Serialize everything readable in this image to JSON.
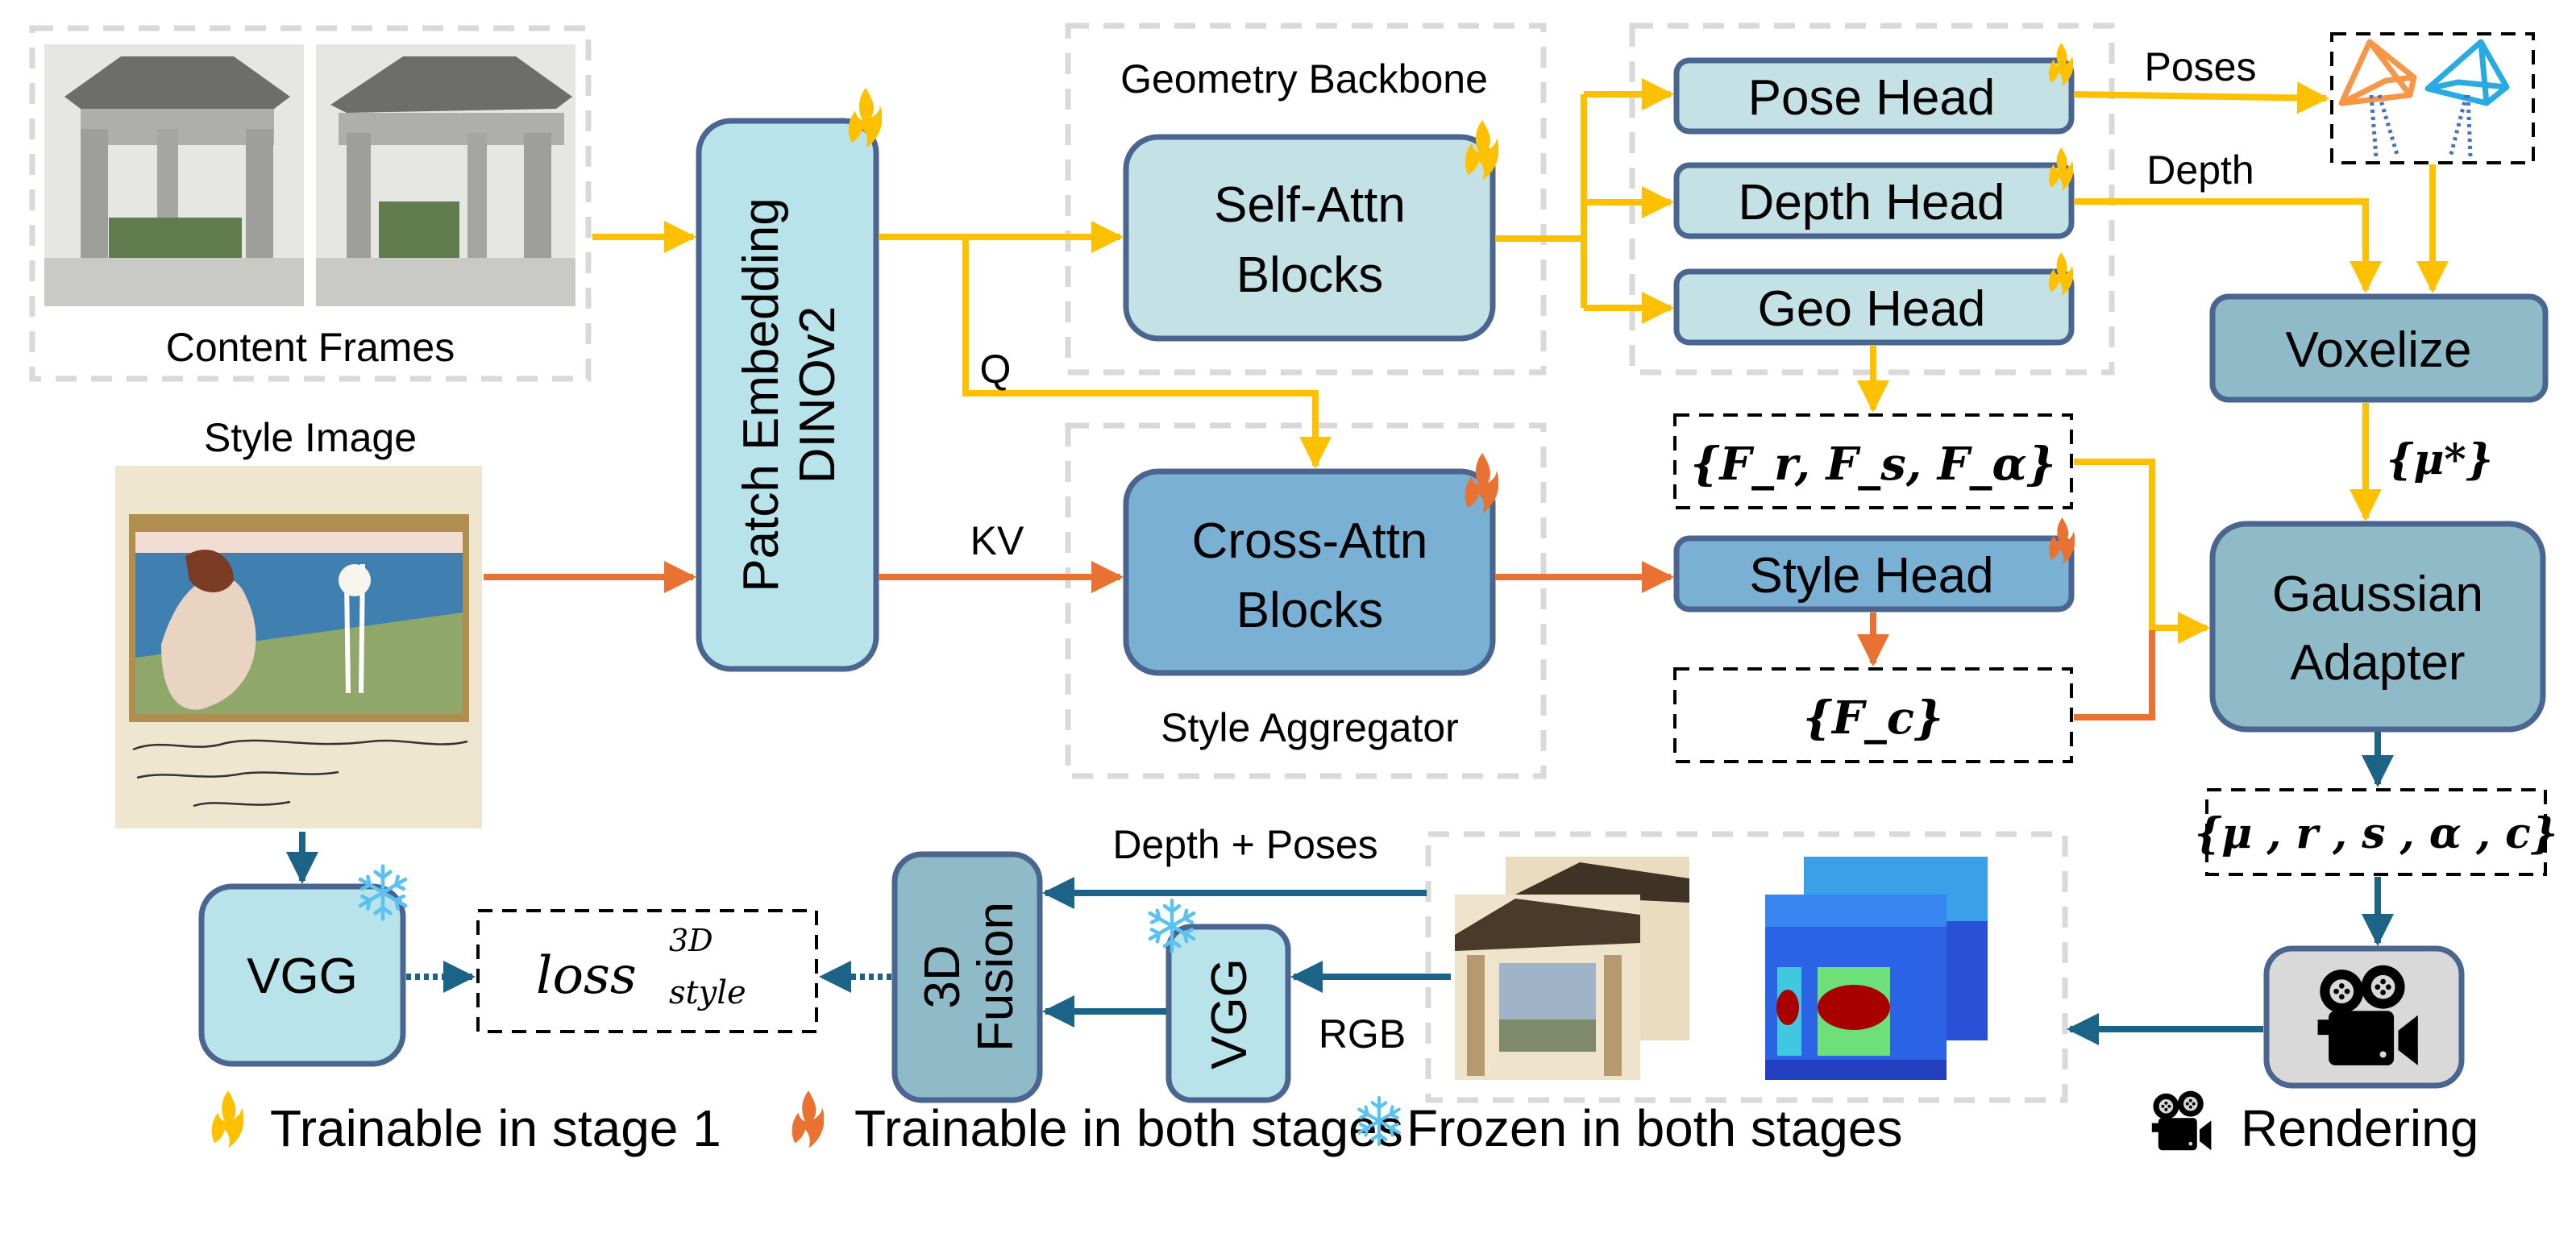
{
  "diagram": {
    "colors": {
      "stage1_flow": "#FFC000",
      "style_flow": "#E97132",
      "render_flow": "#1B6487",
      "light_box": "#B9E3EA",
      "light_box2": "#C4E1E6",
      "mid_box": "#7AB0D4",
      "teal_box": "#8FBAC8",
      "box_border": "#4A6590",
      "group_border": "#D9D9D9",
      "snowflake": "#5BC2EF",
      "render_box": "#D9D9D9"
    },
    "groups": {
      "content_frames": "Content Frames",
      "geometry_backbone": "Geometry Backbone",
      "style_aggregator": "Style Aggregator"
    },
    "inputs": {
      "style_image": "Style Image"
    },
    "blocks": {
      "patch_embedding_line1": "Patch Embedding",
      "patch_embedding_line2": "DINOv2",
      "self_attn_line1": "Self-Attn",
      "self_attn_line2": "Blocks",
      "cross_attn_line1": "Cross-Attn",
      "cross_attn_line2": "Blocks",
      "pose_head": "Pose Head",
      "depth_head": "Depth Head",
      "geo_head": "Geo Head",
      "style_head": "Style Head",
      "voxelize": "Voxelize",
      "gaussian_adapter_line1": "Gaussian",
      "gaussian_adapter_line2": "Adapter",
      "vgg_left": "VGG",
      "vgg_right": "VGG",
      "fusion_line1": "3D",
      "fusion_line2": "Fusion"
    },
    "edge_labels": {
      "q": "Q",
      "kv": "KV",
      "poses": "Poses",
      "depth": "Depth",
      "mu_star": "{μ*}",
      "depth_poses": "Depth + Poses",
      "rgb": "RGB"
    },
    "feature_sets": {
      "geo_features": "{F_r, F_s, F_α}",
      "style_features": "{F_c}",
      "gaussian_params": "{μ , r , s , α , c}",
      "loss_base": "loss",
      "loss_sup": "3D",
      "loss_sub": "style"
    },
    "legend": [
      {
        "icon": "flame-yellow-icon",
        "label": "Trainable in stage 1"
      },
      {
        "icon": "flame-orange-icon",
        "label": "Trainable in both stages"
      },
      {
        "icon": "snowflake-icon",
        "label": "Frozen in both stages"
      },
      {
        "icon": "film-camera-icon",
        "label": "Rendering"
      }
    ]
  }
}
